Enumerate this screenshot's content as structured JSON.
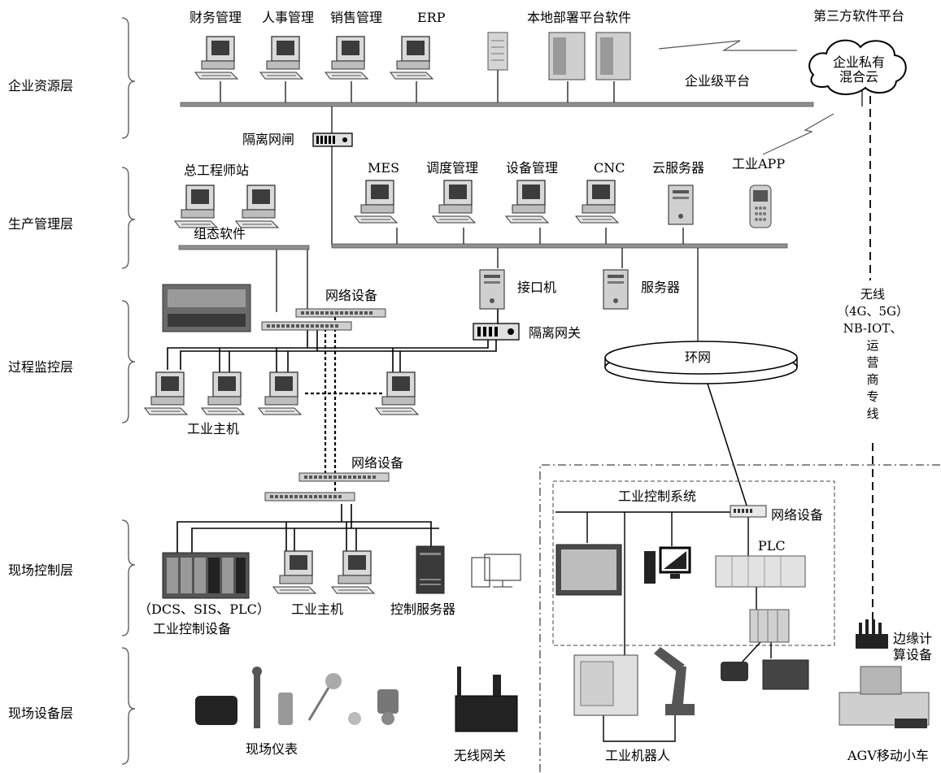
{
  "layers": [
    "企业资源层",
    "生产管理层",
    "过程监控层",
    "现场控制层",
    "现场设备层"
  ],
  "enterprise": {
    "finance": "财务管理",
    "hr": "人事管理",
    "sales": "销售管理",
    "erp": "ERP",
    "local_platform": "本地部署平台软件",
    "third_party": "第三方软件平台",
    "cloud": "企业私有混合云",
    "enterprise_platform": "企业级平台",
    "gatekeeper": "隔离网闸"
  },
  "production": {
    "chief_engineer": "总工程师站",
    "config_software": "组态软件",
    "mes": "MES",
    "dispatch": "调度管理",
    "equipment": "设备管理",
    "cnc": "CNC",
    "cloud_server": "云服务器",
    "app": "工业APP"
  },
  "process": {
    "network_device": "网络设备",
    "interface_pc": "接口机",
    "server": "服务器",
    "isolation_gateway": "隔离网关",
    "ring": "环网",
    "host": "工业主机"
  },
  "wireless": [
    "无线",
    "（4G、5G）",
    "NB-IOT、",
    "运",
    "营",
    "商",
    "专",
    "线"
  ],
  "control": {
    "network_device": "网络设备",
    "dcs": "（DCS、SIS、PLC）",
    "control_device": "工业控制设备",
    "host": "工业主机",
    "control_server": "控制服务器",
    "ics": "工业控制系统",
    "ics_network": "网络设备",
    "plc": "PLC"
  },
  "field": {
    "instruments": "现场仪表",
    "wireless_gateway": "无线网关",
    "robot": "工业机器人",
    "agv": "AGV移动小车",
    "edge": "边缘计算设备"
  },
  "colors": {
    "line": "#000000",
    "device": "#8c8c8c",
    "device_dark": "#3a3a3a",
    "brace": "#555555"
  }
}
